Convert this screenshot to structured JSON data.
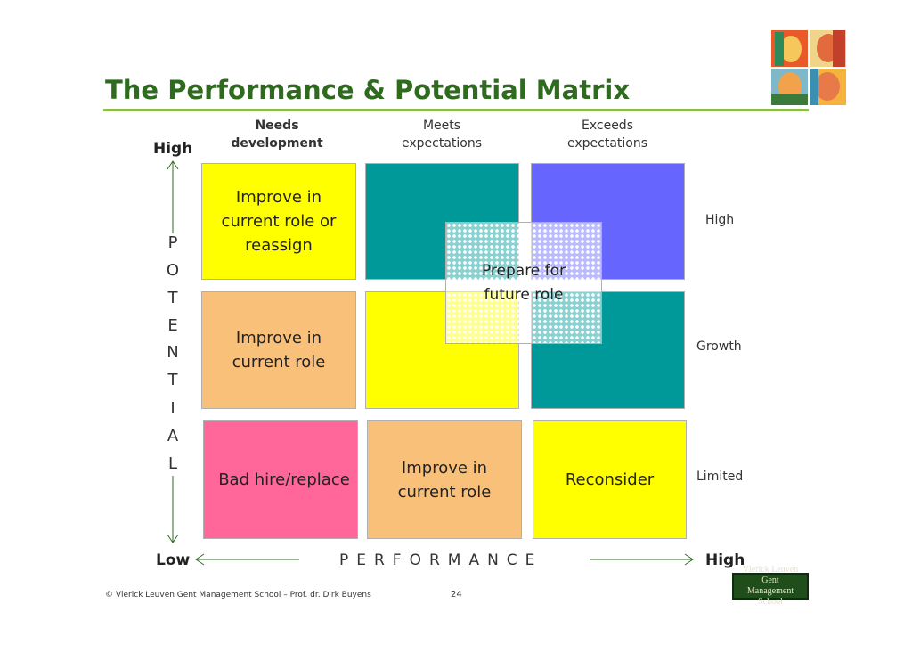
{
  "title": "The Performance & Potential Matrix",
  "columns": [
    {
      "line1": "Needs",
      "line2": "development"
    },
    {
      "line1": "Meets",
      "line2": "expectations"
    },
    {
      "line1": "Exceeds",
      "line2": "expectations"
    }
  ],
  "vertical_axis": {
    "high_label": "High",
    "low_label": "Low",
    "letters": [
      "P",
      "O",
      "T",
      "E",
      "N",
      "T",
      "I",
      "A",
      "L"
    ]
  },
  "horizontal_axis": {
    "label": "PERFORMANCE",
    "high_label": "High"
  },
  "rows": [
    {
      "label": "High"
    },
    {
      "label": "Growth"
    },
    {
      "label": "Limited"
    }
  ],
  "cells": {
    "r1c1": {
      "lines": [
        "Improve in",
        "current role or",
        "reassign"
      ]
    },
    "r2c1": {
      "lines": [
        "Improve in",
        "current role"
      ]
    },
    "r3c1": {
      "lines": [
        "Bad hire/replace"
      ]
    },
    "r3c2": {
      "lines": [
        "Improve in",
        "current role"
      ]
    },
    "r3c3": {
      "lines": [
        "Reconsider"
      ]
    }
  },
  "overlay": {
    "lines": [
      "Prepare for",
      "future role"
    ]
  },
  "footer": {
    "copyright": "© Vlerick Leuven Gent Management School – Prof. dr. Dirk Buyens",
    "page_number": "24",
    "logo_line1": "Vlerick Leuven Gent",
    "logo_line2": "Management School"
  },
  "colors": {
    "title": "#2e6b1f",
    "title_rule": "#8cbf4a",
    "yellow": "#ffff00",
    "teal": "#009999",
    "blue": "#6666ff",
    "orange": "#f9c07a",
    "pink": "#ff6699",
    "arrow": "#2e6b1f"
  }
}
